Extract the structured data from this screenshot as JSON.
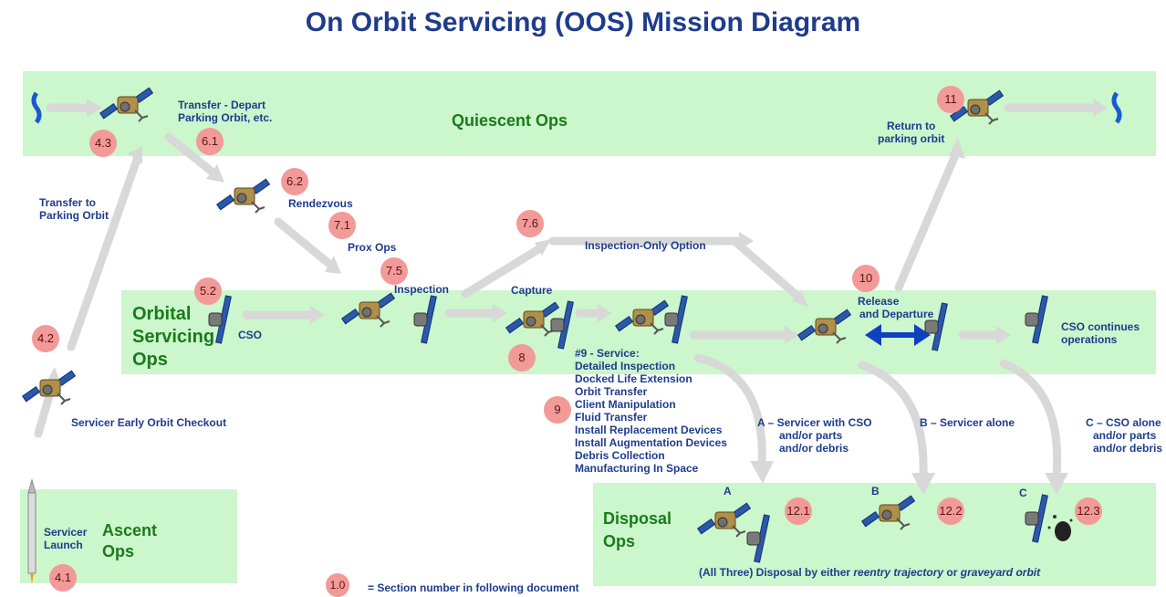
{
  "title": "On Orbit Servicing (OOS) Mission Diagram",
  "zones": {
    "quiescent": "Quiescent Ops",
    "orbital_1": "Orbital",
    "orbital_2": "Servicing",
    "orbital_3": "Ops",
    "ascent_1": "Ascent",
    "ascent_2": "Ops",
    "disposal_1": "Disposal",
    "disposal_2": "Ops"
  },
  "labels": {
    "transfer_depart_1": "Transfer - Depart",
    "transfer_depart_2": "Parking Orbit, etc.",
    "rendezvous": "Rendezvous",
    "prox_ops": "Prox Ops",
    "inspection": "Inspection",
    "capture": "Capture",
    "inspection_only": "Inspection-Only Option",
    "return_1": "Return to",
    "return_2": "parking orbit",
    "release_1": "Release",
    "release_2": "and Departure",
    "cso": "CSO",
    "cso_continues_1": "CSO continues",
    "cso_continues_2": "operations",
    "transfer_parking_1": "Transfer to",
    "transfer_parking_2": "Parking Orbit",
    "early_checkout": "Servicer Early Orbit Checkout",
    "launch_1": "Servicer",
    "launch_2": "Launch",
    "path_a_1": "A – Servicer with CSO",
    "path_a_2": "and/or parts",
    "path_a_3": "and/or debris",
    "path_b": "B – Servicer alone",
    "path_c_1": "C – CSO alone",
    "path_c_2": "and/or parts",
    "path_c_3": "and/or debris",
    "letter_a": "A",
    "letter_b": "B",
    "letter_c": "C",
    "disposal_note_1": "(All Three) Disposal  by either ",
    "disposal_note_2": "reentry trajectory",
    "disposal_note_3": " or ",
    "disposal_note_4": "graveyard orbit",
    "legend": "= Section number in following document"
  },
  "service_list": [
    "#9 - Service:",
    "Detailed Inspection",
    "Docked Life Extension",
    "Orbit Transfer",
    "Client Manipulation",
    "Fluid  Transfer",
    "Install Replacement Devices",
    "Install Augmentation Devices",
    "Debris Collection",
    "Manufacturing In Space"
  ],
  "badges": [
    "4.3",
    "6.1",
    "6.2",
    "7.1",
    "7.6",
    "7.5",
    "5.2",
    "4.2",
    "8",
    "9",
    "10",
    "11",
    "12.1",
    "12.2",
    "12.3",
    "4.1",
    "1.0"
  ],
  "colors": {
    "band": "#ccf6cc",
    "zone_text": "#1b7a1b",
    "label_text": "#1f3c8c",
    "badge": "#f29a98",
    "arrow": "#d8d8d8",
    "double_arrow": "#1040c0"
  },
  "icons": [
    "satellite-icon",
    "servicer-spacecraft-icon",
    "launch-vehicle-icon",
    "wavy-break-icon",
    "debris-icon"
  ]
}
